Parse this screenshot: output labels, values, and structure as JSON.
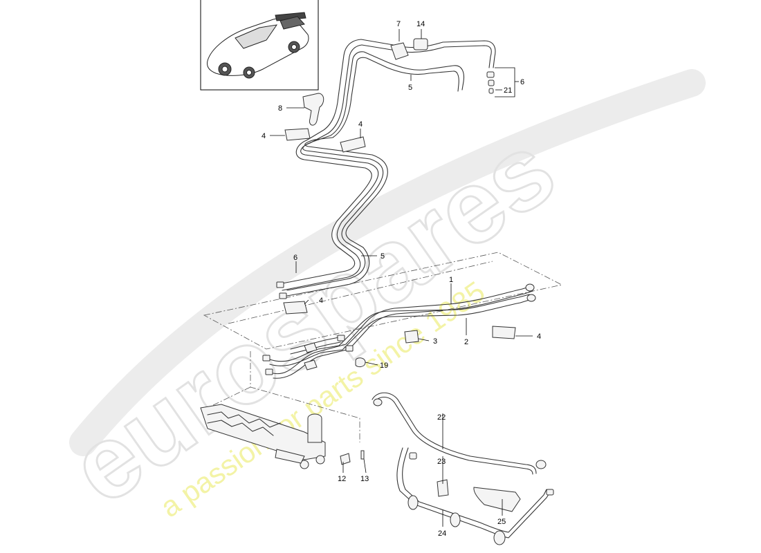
{
  "watermark": {
    "brand": "eurospares",
    "tagline": "a passion for parts since 1985"
  },
  "callouts": {
    "c1": "1",
    "c2": "2",
    "c3": "3",
    "c4a": "4",
    "c4b": "4",
    "c4c": "4",
    "c4d": "4",
    "c5a": "5",
    "c5b": "5",
    "c6a": "6",
    "c6b": "6",
    "c7": "7",
    "c8": "8",
    "c12": "12",
    "c13": "13",
    "c14": "14",
    "c19": "19",
    "c21": "21",
    "c22": "22",
    "c23": "23",
    "c24": "24",
    "c25": "25"
  }
}
